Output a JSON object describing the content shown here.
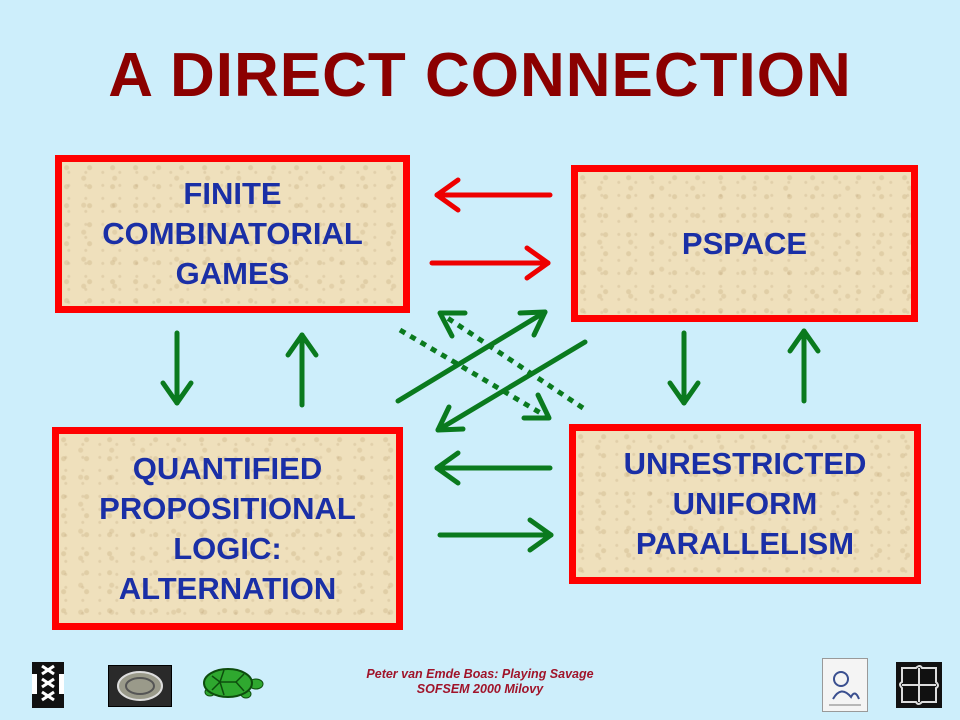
{
  "title": "A DIRECT CONNECTION",
  "boxes": {
    "finite_games": "FINITE\nCOMBINATORIAL\nGAMES",
    "pspace": "PSPACE",
    "qpl": "QUANTIFIED\nPROPOSITIONAL\nLOGIC:\nALTERNATION",
    "uup": "UNRESTRICTED\nUNIFORM\nPARALLELISM"
  },
  "footer": {
    "line1": "Peter van Emde Boas: Playing Savage",
    "line2": "SOFSEM 2000 Milovy"
  },
  "colors": {
    "title": "#8b0000",
    "box_border": "#ff0000",
    "box_text": "#1a2fa6",
    "arrow_red": "#ee0000",
    "arrow_green": "#0a7a1e",
    "background": "#cdeefb",
    "footer_text": "#a0142a"
  },
  "icons": [
    "uva-logo-icon",
    "medal-logo-icon",
    "turtle-icon",
    "bookplate-logo-icon",
    "puzzle-logo-icon"
  ]
}
